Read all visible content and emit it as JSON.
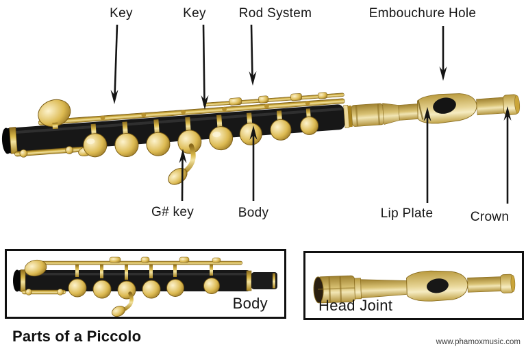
{
  "diagram": {
    "title": "Parts of a Piccolo",
    "watermark": "www.phamoxmusic.com",
    "labels": {
      "key1": "Key",
      "key2": "Key",
      "rod_system": "Rod System",
      "embouchure_hole": "Embouchure Hole",
      "g_sharp_key": "G# key",
      "body": "Body",
      "lip_plate": "Lip Plate",
      "crown": "Crown"
    },
    "insets": {
      "body_label": "Body",
      "head_joint_label": "Head Joint"
    },
    "colors": {
      "gold": "#c9a53e",
      "gold_highlight": "#f3e3a0",
      "gold_shadow": "#7a5c14",
      "instrument_black": "#171717",
      "label_text": "#151515",
      "border_black": "#101010"
    }
  }
}
